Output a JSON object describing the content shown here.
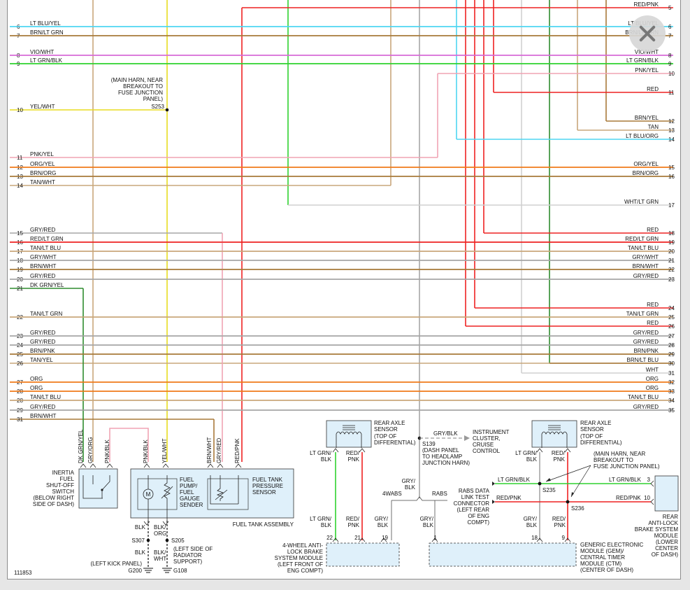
{
  "diagram": {
    "figure_id": "111853",
    "colors": {
      "LT BLU": "#4fd6f2",
      "BRN": "#a87a3a",
      "VIO": "#d86ad8",
      "LT GRN": "#2fd22f",
      "YEL": "#e8dc20",
      "RED": "#ee2222",
      "PNK": "#f0a4b4",
      "TAN": "#c9a77b",
      "ORG": "#f07b1a",
      "GRY": "#a6a6a6",
      "WHT": "#d0d0d0",
      "DK GRN": "#2f8c2f",
      "BLK": "#333333"
    },
    "left_wires": [
      {
        "num": "6",
        "label": "LT BLU/YEL"
      },
      {
        "num": "7",
        "label": "BRN/LT GRN"
      },
      {
        "num": "8",
        "label": "VIO/WHT"
      },
      {
        "num": "9",
        "label": "LT GRN/BLK"
      },
      {
        "num": "10",
        "label": "YEL/WHT"
      },
      {
        "num": "11",
        "label": "PNK/YEL"
      },
      {
        "num": "12",
        "label": "ORG/YEL"
      },
      {
        "num": "13",
        "label": "BRN/ORG"
      },
      {
        "num": "14",
        "label": "TAN/WHT"
      },
      {
        "num": "15",
        "label": "GRY/RED"
      },
      {
        "num": "16",
        "label": "RED/LT GRN"
      },
      {
        "num": "17",
        "label": "TAN/LT BLU"
      },
      {
        "num": "18",
        "label": "GRY/WHT"
      },
      {
        "num": "19",
        "label": "BRN/WHT"
      },
      {
        "num": "20",
        "label": "GRY/RED"
      },
      {
        "num": "21",
        "label": "DK GRN/YEL"
      },
      {
        "num": "22",
        "label": "TAN/LT GRN"
      },
      {
        "num": "23",
        "label": "GRY/RED"
      },
      {
        "num": "24",
        "label": "GRY/RED"
      },
      {
        "num": "25",
        "label": "BRN/PNK"
      },
      {
        "num": "26",
        "label": "TAN/YEL"
      },
      {
        "num": "27",
        "label": "ORG"
      },
      {
        "num": "28",
        "label": "ORG"
      },
      {
        "num": "28",
        "label": "TAN/LT BLU"
      },
      {
        "num": "29",
        "label": "GRY/RED"
      },
      {
        "num": "31",
        "label": "BRN/WHT"
      }
    ],
    "right_wires": [
      {
        "num": "5",
        "label": "RED/PNK"
      },
      {
        "num": "6",
        "label": "LT BLU/YEL"
      },
      {
        "num": "7",
        "label": "BRN/LT GRN"
      },
      {
        "num": "8",
        "label": "VIO/WHT"
      },
      {
        "num": "9",
        "label": "LT GRN/BLK"
      },
      {
        "num": "10",
        "label": "PNK/YEL"
      },
      {
        "num": "11",
        "label": "RED"
      },
      {
        "num": "12",
        "label": "BRN/YEL"
      },
      {
        "num": "13",
        "label": "TAN"
      },
      {
        "num": "14",
        "label": "LT BLU/ORG"
      },
      {
        "num": "15",
        "label": "ORG/YEL"
      },
      {
        "num": "16",
        "label": "BRN/ORG"
      },
      {
        "num": "17",
        "label": "WHT/LT GRN"
      },
      {
        "num": "18",
        "label": "RED"
      },
      {
        "num": "19",
        "label": "RED/LT GRN"
      },
      {
        "num": "20",
        "label": "TAN/LT BLU"
      },
      {
        "num": "21",
        "label": "GRY/WHT"
      },
      {
        "num": "22",
        "label": "BRN/WHT"
      },
      {
        "num": "23",
        "label": "GRY/RED"
      },
      {
        "num": "24",
        "label": "RED"
      },
      {
        "num": "25",
        "label": "TAN/LT GRN"
      },
      {
        "num": "26",
        "label": "RED"
      },
      {
        "num": "27",
        "label": "GRY/RED"
      },
      {
        "num": "28",
        "label": "GRY/RED"
      },
      {
        "num": "29",
        "label": "BRN/PNK"
      },
      {
        "num": "30",
        "label": "BRN/LT BLU"
      },
      {
        "num": "31",
        "label": "WHT"
      },
      {
        "num": "32",
        "label": "ORG"
      },
      {
        "num": "33",
        "label": "ORG"
      },
      {
        "num": "34",
        "label": "TAN/LT BLU"
      },
      {
        "num": "35",
        "label": "GRY/RED"
      }
    ],
    "splices": {
      "s253": {
        "label": "S253",
        "note": [
          "(MAIN HARN, NEAR",
          "BREAKOUT TO",
          "FUSE JUNCTION",
          "PANEL)"
        ]
      },
      "s139": {
        "label": "S139",
        "note": [
          "(DASH PANEL",
          "TO HEADLAMP",
          "JUNCTION HARN)"
        ]
      },
      "s235": {
        "label": "S235",
        "note": [
          "(MAIN HARN, NEAR",
          "BREAKOUT TO",
          "FUSE JUNCTION PANEL)"
        ]
      },
      "s236": {
        "label": "S236"
      },
      "s307": {
        "label": "S307"
      },
      "s205": {
        "label": "S205",
        "note": [
          "(LEFT SIDE OF",
          "RADIATOR",
          "SUPPORT)"
        ]
      },
      "g200": {
        "label": "G200",
        "note": "(LEFT KICK PANEL)"
      },
      "g108": {
        "label": "G108"
      }
    },
    "components": {
      "inertia_switch": {
        "lines": [
          "INERTIA",
          "FUEL",
          "SHUT-OFF",
          "SWITCH",
          "(BELOW RIGHT",
          "SIDE OF DASH)"
        ],
        "pins": [
          "DK GRN/YEL",
          "GRY/ORG",
          "PNK/BLK"
        ]
      },
      "fuel_tank_assembly": {
        "label": "FUEL TANK ASSEMBLY",
        "pump_lines": [
          "FUEL",
          "PUMP/",
          "FUEL",
          "GAUGE",
          "SENDER"
        ],
        "sensor_lines": [
          "FUEL TANK",
          "PRESSURE",
          "SENSOR"
        ],
        "pins": [
          "PNK/BLK",
          "YEL/WHT",
          "BRN/WHT",
          "GRY/RED",
          "RED/PNK"
        ],
        "ground_wires": {
          "left_top": "BLK",
          "left_bottom": "BLK",
          "right_top": [
            "BLK/",
            "ORG"
          ],
          "right_bottom": [
            "BLK/",
            "WHT"
          ]
        }
      },
      "rear_axle_sensor_left": {
        "lines": [
          "REAR AXLE",
          "SENSOR",
          "(TOP OF",
          "DIFFERENTIAL)"
        ],
        "wires": [
          [
            "LT GRN/",
            "BLK"
          ],
          [
            "RED/",
            "PNK"
          ]
        ]
      },
      "rear_axle_sensor_right": {
        "lines": [
          "REAR AXLE",
          "SENSOR",
          "(TOP OF",
          "DIFFERENTIAL)"
        ],
        "wires": [
          [
            "LT GRN/",
            "BLK"
          ],
          [
            "RED/",
            "PNK"
          ]
        ]
      },
      "instrument_cluster": {
        "lines": [
          "INSTRUMENT",
          "CLUSTER,",
          "CRUISE",
          "CONTROL"
        ],
        "wire": "GRY/BLK"
      },
      "four_wheel_abs": {
        "lines": [
          "4-WHEEL ANTI-",
          "LOCK BRAKE",
          "SYSTEM MODULE",
          "(LEFT FRONT OF",
          "ENG COMPT)"
        ],
        "pins": [
          {
            "pin": "22",
            "wire": [
              "LT GRN/",
              "BLK"
            ]
          },
          {
            "pin": "21",
            "wire": [
              "RED/",
              "PNK"
            ]
          },
          {
            "pin": "19",
            "wire": [
              "GRY/",
              "BLK"
            ]
          }
        ]
      },
      "gem": {
        "lines": [
          "GENERIC ELECTRONIC",
          "MODULE (GEM)/",
          "CENTRAL TIMER",
          "MODULE (CTM)",
          "(CENTER OF DASH)"
        ],
        "pins": [
          {
            "pin": "1",
            "wire": [
              "GRY/",
              "BLK"
            ]
          },
          {
            "pin": "18",
            "wire": [
              "GRY/",
              "BLK"
            ]
          },
          {
            "pin": "9",
            "wire": [
              "RED/",
              "PNK"
            ]
          }
        ]
      },
      "rabs_module": {
        "lines": [
          "REAR",
          "ANTI-LOCK",
          "BRAKE SYSTEM",
          "MODULE",
          "(LOWER",
          "CENTER",
          "OF DASH)"
        ],
        "pins": [
          {
            "pin": "3",
            "wire": "LT GRN/BLK"
          },
          {
            "pin": "10",
            "wire": "RED/PNK"
          }
        ]
      },
      "rabs_connector": {
        "lines": [
          "RABS DATA",
          "LINK TEST",
          "CONNECTOR",
          "(LEFT REAR",
          "OF ENG",
          "COMPT)"
        ]
      },
      "selector": {
        "left": "4WABS",
        "right": "RABS",
        "wire": [
          "GRY/",
          "BLK"
        ]
      },
      "splice_wires": {
        "lt_grn_blk": "LT GRN/BLK",
        "red_pnk": "RED/PNK"
      }
    }
  },
  "close_button_icon": "close-x-icon"
}
